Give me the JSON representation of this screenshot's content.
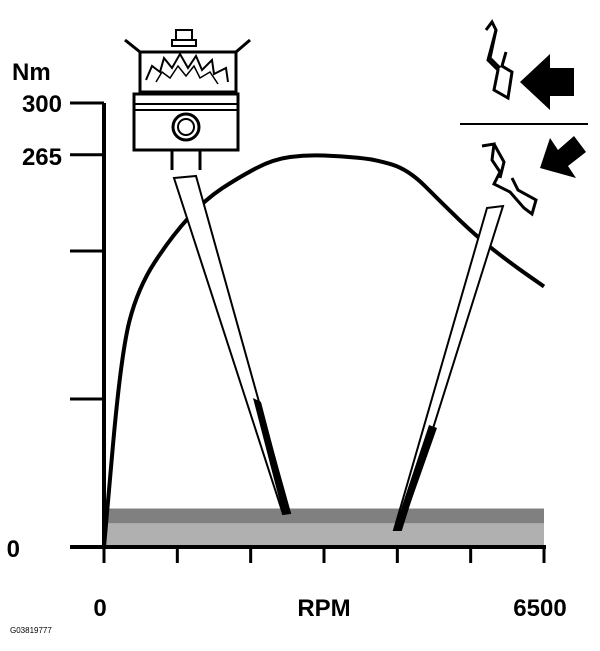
{
  "chart_data": {
    "type": "line",
    "title": "",
    "xlabel": "RPM",
    "ylabel": "Nm",
    "x_ticks": [
      "0",
      "6500"
    ],
    "y_ticks": [
      "0",
      "265",
      "300"
    ],
    "xlim": [
      0,
      6500
    ],
    "ylim": [
      0,
      300
    ],
    "grid": false,
    "series": [
      {
        "x": [
          0,
          250,
          500,
          1000,
          1500,
          2000,
          2500,
          3000,
          3500,
          4000,
          4500,
          5000,
          5500,
          6000,
          6500
        ],
        "y": [
          0,
          130,
          175,
          210,
          235,
          250,
          262,
          265,
          264,
          262,
          255,
          232,
          210,
          192,
          176
        ]
      }
    ],
    "bands": [
      {
        "y_from": 0,
        "y_to": 16,
        "color": "#b0b0b0"
      },
      {
        "y_from": 16,
        "y_to": 26,
        "color": "#808080"
      }
    ],
    "stroke_color": "#000000"
  },
  "image_code": "G03819777"
}
